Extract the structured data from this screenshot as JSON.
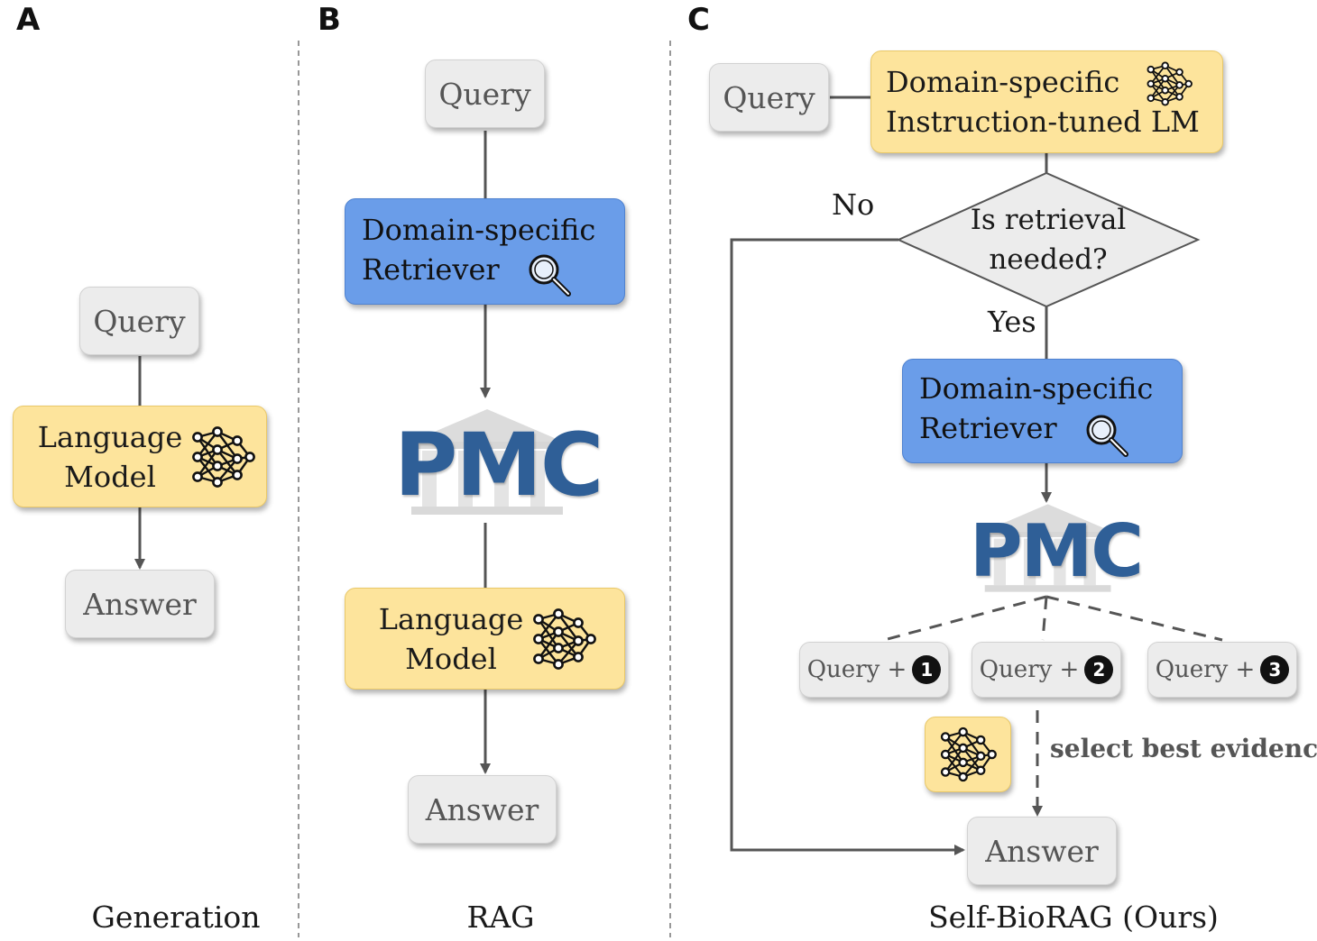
{
  "panels": {
    "a": {
      "letter": "A",
      "caption": "Generation",
      "query": "Query",
      "lm_line1": "Language",
      "lm_line2": "Model",
      "answer": "Answer"
    },
    "b": {
      "letter": "B",
      "caption": "RAG",
      "query": "Query",
      "retriever_line1": "Domain-specific",
      "retriever_line2": "Retriever",
      "pmc": "PMC",
      "lm_line1": "Language",
      "lm_line2": "Model",
      "answer": "Answer"
    },
    "c": {
      "letter": "C",
      "caption": "Self-BioRAG (Ours)",
      "query": "Query",
      "lm_line1": "Domain-specific",
      "lm_line2": "Instruction-tuned LM",
      "decision_line1": "Is retrieval",
      "decision_line2": "needed?",
      "no_label": "No",
      "yes_label": "Yes",
      "retriever_line1": "Domain-specific",
      "retriever_line2": "Retriever",
      "pmc": "PMC",
      "evidence": [
        {
          "label": "Query +",
          "num": "1"
        },
        {
          "label": "Query +",
          "num": "2"
        },
        {
          "label": "Query +",
          "num": "3"
        }
      ],
      "select_label": "select best evidence",
      "answer": "Answer"
    }
  },
  "icons": {
    "neural_net": "neural-network-icon",
    "search": "magnifier-icon",
    "pmc_building": "pmc-building-icon"
  },
  "colors": {
    "yellow_box": "#fde49c",
    "blue_box": "#6a9de9",
    "grey_box": "#ececec",
    "pmc_text": "#2f5f97",
    "connector": "#555555"
  }
}
